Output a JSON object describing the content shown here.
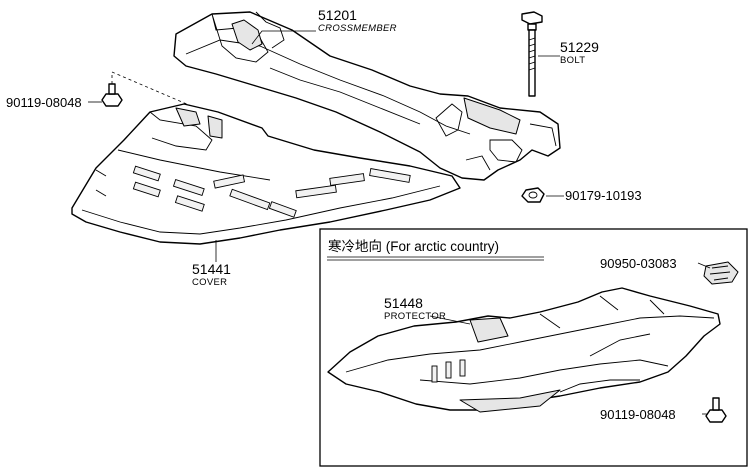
{
  "diagram": {
    "inset_header": "寒冷地向 (For arctic country)",
    "parts": [
      {
        "number": "51201",
        "name": "CROSSMEMBER"
      },
      {
        "number": "51229",
        "name": "BOLT"
      },
      {
        "number": "90119-08048",
        "name": ""
      },
      {
        "number": "90179-10193",
        "name": ""
      },
      {
        "number": "51441",
        "name": "COVER"
      },
      {
        "number": "90950-03083",
        "name": ""
      },
      {
        "number": "51448",
        "name": "PROTECTOR"
      },
      {
        "number": "90119-08048",
        "name": ""
      }
    ]
  }
}
